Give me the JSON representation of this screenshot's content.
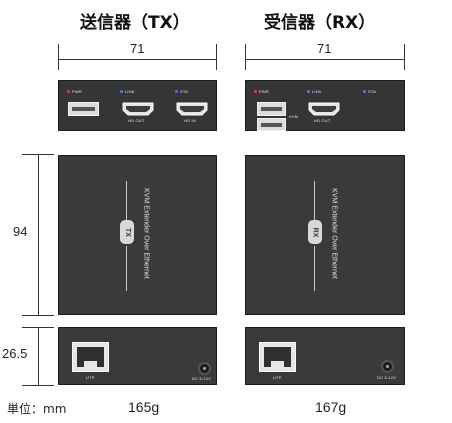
{
  "titles": {
    "tx": "送信器（TX）",
    "rx": "受信器（RX）"
  },
  "dimensions": {
    "width": "71",
    "height": "94",
    "depth": "26.5"
  },
  "unit_label": "単位：mm",
  "weights": {
    "tx": "165g",
    "rx": "167g"
  },
  "tx_top": {
    "pwr": "PWR",
    "link": "LINK",
    "sta": "STA",
    "hd_out": "HD OUT",
    "hd_in": "HD IN"
  },
  "rx_top": {
    "pwr": "PWR",
    "link": "LINK",
    "sta": "STA",
    "kvm": "KVM",
    "hd_out": "HD OUT"
  },
  "face": {
    "product_text": "KVM Extender Over Ethernet",
    "tx_badge": "TX",
    "rx_badge": "RX"
  },
  "bottom": {
    "utp": "UTP",
    "dc": "DC 5-12V"
  },
  "colors": {
    "panel": "#3a3a3a",
    "pwr_led": "#e04040",
    "link_led": "#4a7fe0",
    "sta_led": "#4a7fe0"
  },
  "icons": [
    "usb-port-icon",
    "hdmi-port-icon",
    "rj45-port-icon",
    "dc-jack-icon"
  ]
}
